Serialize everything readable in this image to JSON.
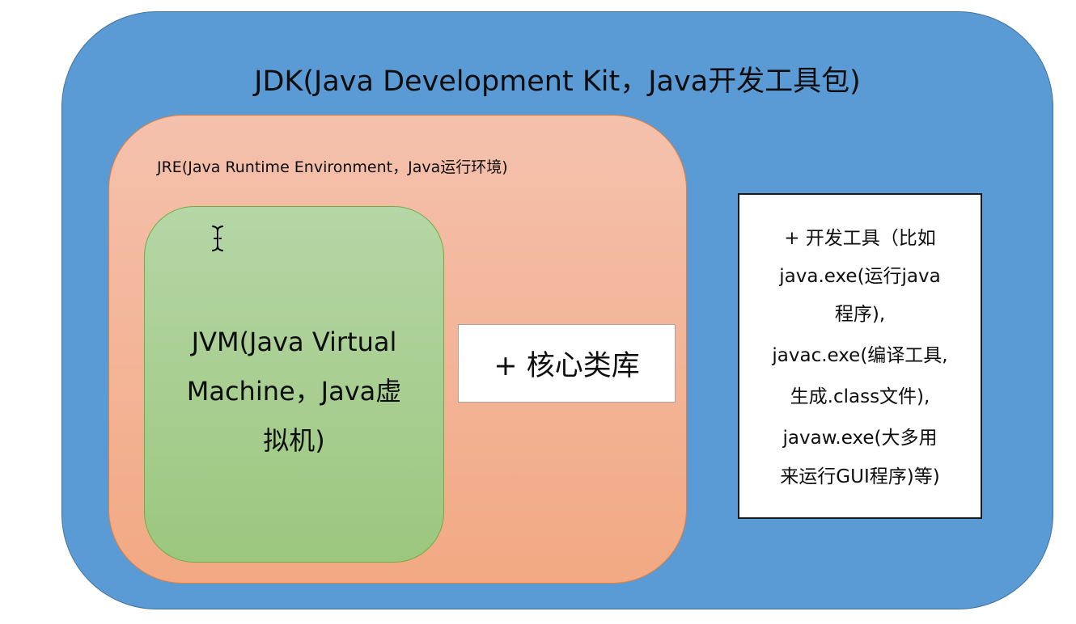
{
  "jdk": {
    "label": "JDK(Java Development Kit，Java开发工具包)"
  },
  "jre": {
    "label": "JRE(Java Runtime Environment，Java运行环境)"
  },
  "jvm": {
    "lines": [
      "JVM(Java Virtual",
      "Machine，Java虚",
      "拟机)"
    ]
  },
  "core_library": {
    "label": "+ 核心类库"
  },
  "dev_tools": {
    "lines": [
      "+ 开发工具（比如",
      "java.exe(运行java",
      "程序),",
      "javac.exe(编译工具,",
      "生成.class文件),",
      "javaw.exe(大多用",
      "来运行GUI程序)等)"
    ]
  },
  "icons": {
    "cursor": "text-cursor-icon"
  },
  "colors": {
    "jdk_fill": "#5b9bd5",
    "jre_fill": "#f4b183",
    "jvm_fill": "#a9d18e",
    "box_fill": "#ffffff"
  }
}
